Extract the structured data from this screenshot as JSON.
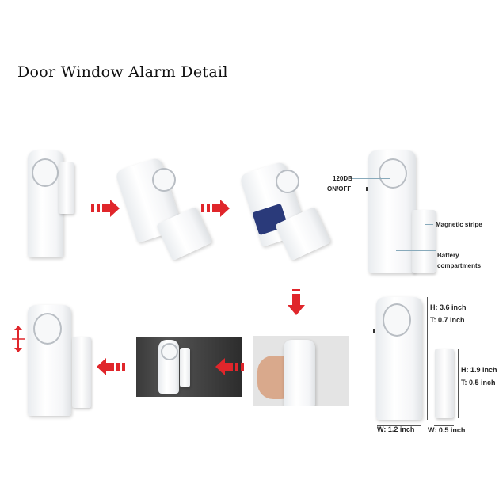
{
  "title": "Door Window Alarm Detail",
  "callouts": {
    "loudness": "120DB",
    "switch": "ON/OFF",
    "magnet": "Magnetic stripe",
    "battery_1": "Battery",
    "battery_2": "compartments"
  },
  "dimensions": {
    "main_height": "H: 3.6 inch",
    "main_thickness": "T: 0.7 inch",
    "main_width": "W: 1.2 inch",
    "magnet_height": "H: 1.9 inch",
    "magnet_thickness": "T: 0.5 inch",
    "magnet_width": "W: 0.5 inch"
  },
  "colors": {
    "arrow": "#e0262b",
    "device": "#f4f5f6"
  }
}
